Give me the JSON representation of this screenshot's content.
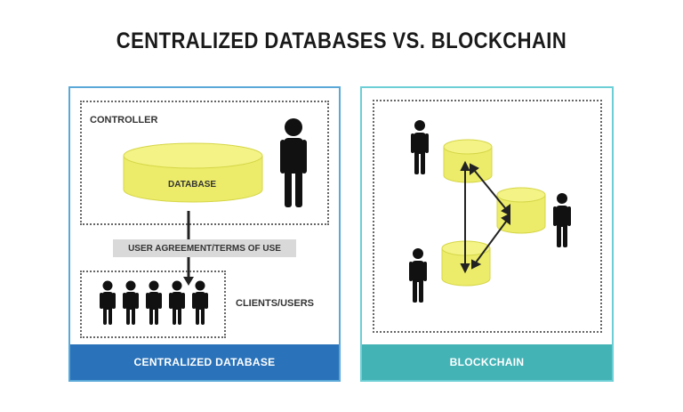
{
  "title": "CENTRALIZED DATABASES VS. BLOCKCHAIN",
  "centralized": {
    "controller_label": "CONTROLLER",
    "database_label": "DATABASE",
    "agreement_label": "USER AGREEMENT/TERMS OF USE",
    "clients_label": "CLIENTS/USERS",
    "footer_label": "CENTRALIZED DATABASE"
  },
  "blockchain": {
    "footer_label": "BLOCKCHAIN"
  },
  "colors": {
    "database_fill": "#ecec6a",
    "left_accent": "#2a72b9",
    "right_accent": "#44b3b6"
  },
  "icons": [
    "person-icon",
    "database-cylinder-icon",
    "arrow-icon"
  ]
}
